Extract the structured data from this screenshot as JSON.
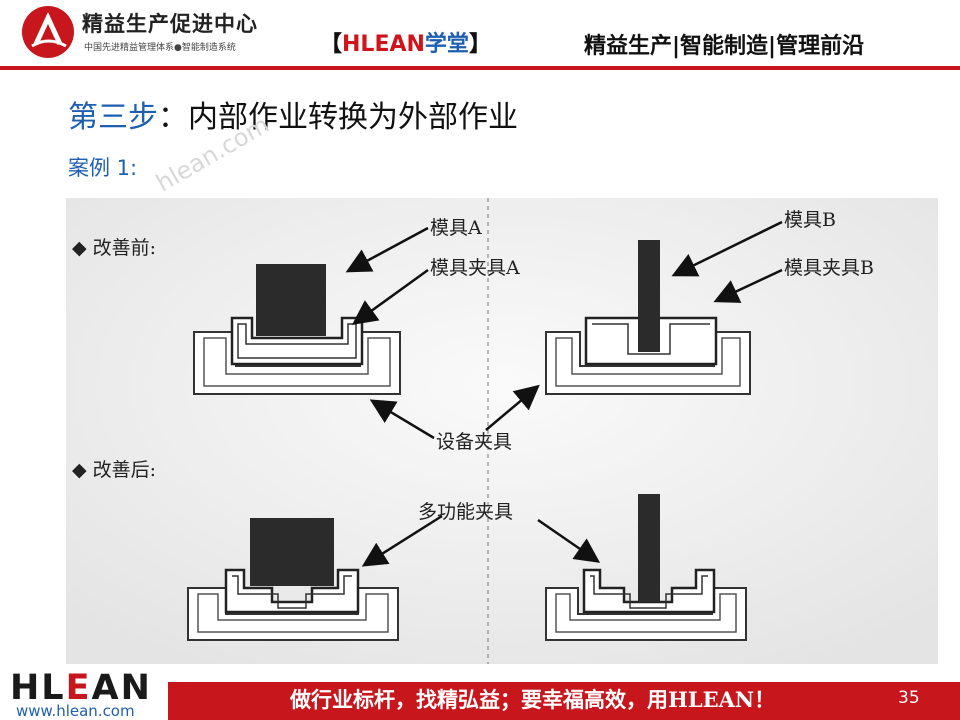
{
  "header": {
    "org_name": "精益生产促进中心",
    "org_subtitle": "中国先进精益管理体系●智能制造系统",
    "brand_open": "【",
    "brand_name": "HLEAN",
    "brand_suffix": "学堂",
    "brand_close": "】",
    "slogan": "精益生产|智能制造|管理前沿"
  },
  "title": {
    "step": "第三步",
    "separator": "：",
    "text": "内部作业转换为外部作业"
  },
  "case_label": "案例 1:",
  "watermark": "hlean.com",
  "diagram": {
    "before_label": "◆ 改善前:",
    "after_label": "◆ 改善后:",
    "mold_a": "模具A",
    "mold_fixture_a": "模具夹具A",
    "mold_b": "模具B",
    "mold_fixture_b": "模具夹具B",
    "equipment_fixture": "设备夹具",
    "multi_fixture": "多功能夹具"
  },
  "footer": {
    "logo_text_h": "HL",
    "logo_text_e": "E",
    "logo_text_rest": "AN",
    "url": "www.hlean.com",
    "slogan": "做行业标杆，找精弘益；要幸福高效，用HLEAN！",
    "page_number": "35"
  }
}
